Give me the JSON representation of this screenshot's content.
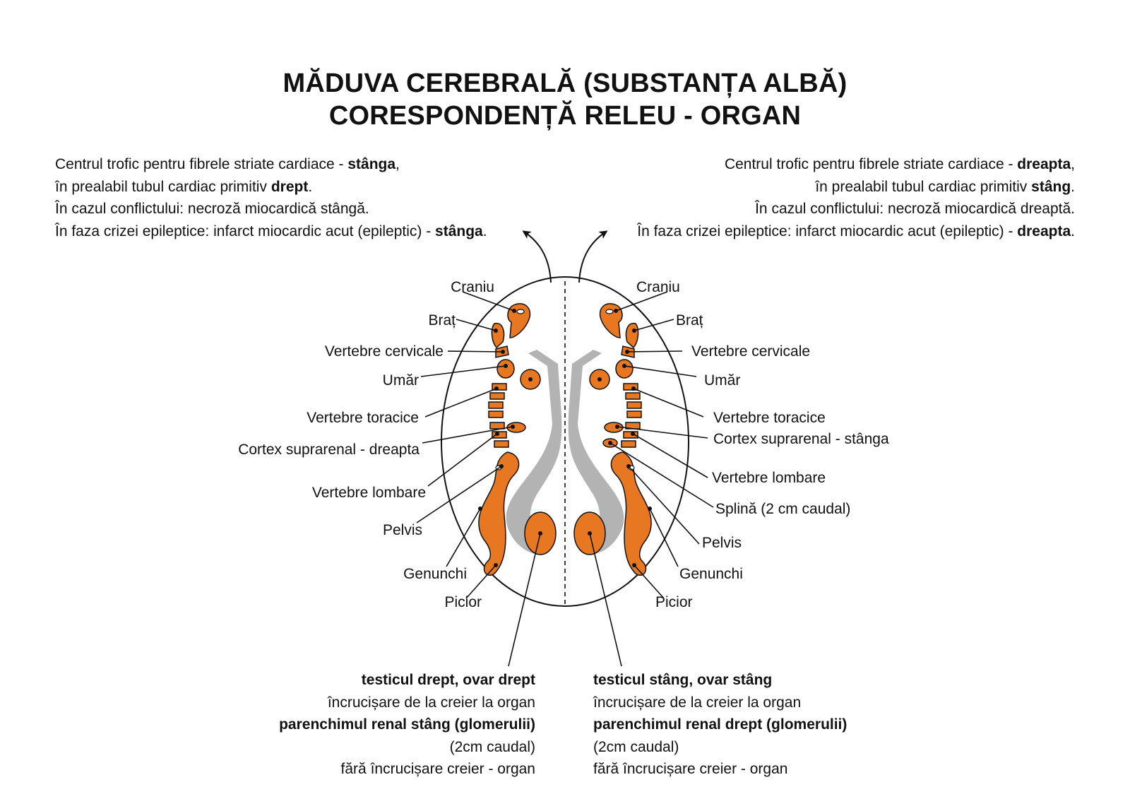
{
  "title": {
    "line1": "MĂDUVA CEREBRALĂ (SUBSTANȚA ALBĂ)",
    "line2": "CORESPONDENȚĂ RELEU - ORGAN"
  },
  "colors": {
    "organ_fill": "#e87722",
    "pathway_gray": "#b3b3b3",
    "outline": "#111111"
  },
  "left_note": {
    "l1_a": "Centrul trofic pentru fibrele striate cardiace - ",
    "l1_b": "stânga",
    "l1_c": ",",
    "l2_a": "în prealabil tubul cardiac primitiv ",
    "l2_b": "drept",
    "l2_c": ".",
    "l3": "În cazul conflictului: necroză miocardică stângă.",
    "l4_a": "În faza crizei epileptice: infarct miocardic acut (epileptic) - ",
    "l4_b": "stânga",
    "l4_c": "."
  },
  "right_note": {
    "l1_a": "Centrul trofic pentru fibrele striate cardiace - ",
    "l1_b": "dreapta",
    "l1_c": ",",
    "l2_a": "în prealabil tubul cardiac primitiv ",
    "l2_b": "stâng",
    "l2_c": ".",
    "l3": "În cazul conflictului: necroză miocardică dreaptă.",
    "l4_a": "În faza crizei epileptice: infarct miocardic acut (epileptic) - ",
    "l4_b": "dreapta",
    "l4_c": "."
  },
  "left_labels": {
    "craniu": "Craniu",
    "brat": "Braț",
    "vertebre_cervicale": "Vertebre cervicale",
    "umar": "Umăr",
    "vertebre_toracice": "Vertebre toracice",
    "cortex_suprarenal": "Cortex suprarenal - dreapta",
    "vertebre_lombare": "Vertebre lombare",
    "pelvis": "Pelvis",
    "genunchi": "Genunchi",
    "picior": "Picior"
  },
  "right_labels": {
    "craniu": "Craniu",
    "brat": "Braț",
    "vertebre_cervicale": "Vertebre cervicale",
    "umar": "Umăr",
    "vertebre_toracice": "Vertebre toracice",
    "cortex_suprarenal": "Cortex suprarenal - stânga",
    "vertebre_lombare": "Vertebre lombare",
    "splina": "Splină (2 cm caudal)",
    "pelvis": "Pelvis",
    "genunchi": "Genunchi",
    "picior": "Picior"
  },
  "bottom_left": {
    "l1": "testicul drept, ovar drept",
    "l2": "încrucișare de la creier la organ",
    "l3": "parenchimul renal stâng (glomerulii)",
    "l4": "(2cm caudal)",
    "l5": "fără încrucișare creier - organ"
  },
  "bottom_right": {
    "l1": "testicul stâng, ovar stâng",
    "l2": "încrucișare de la creier la organ",
    "l3": "parenchimul renal drept (glomerulii)",
    "l4": "(2cm caudal)",
    "l5": "fără încrucișare creier - organ"
  }
}
